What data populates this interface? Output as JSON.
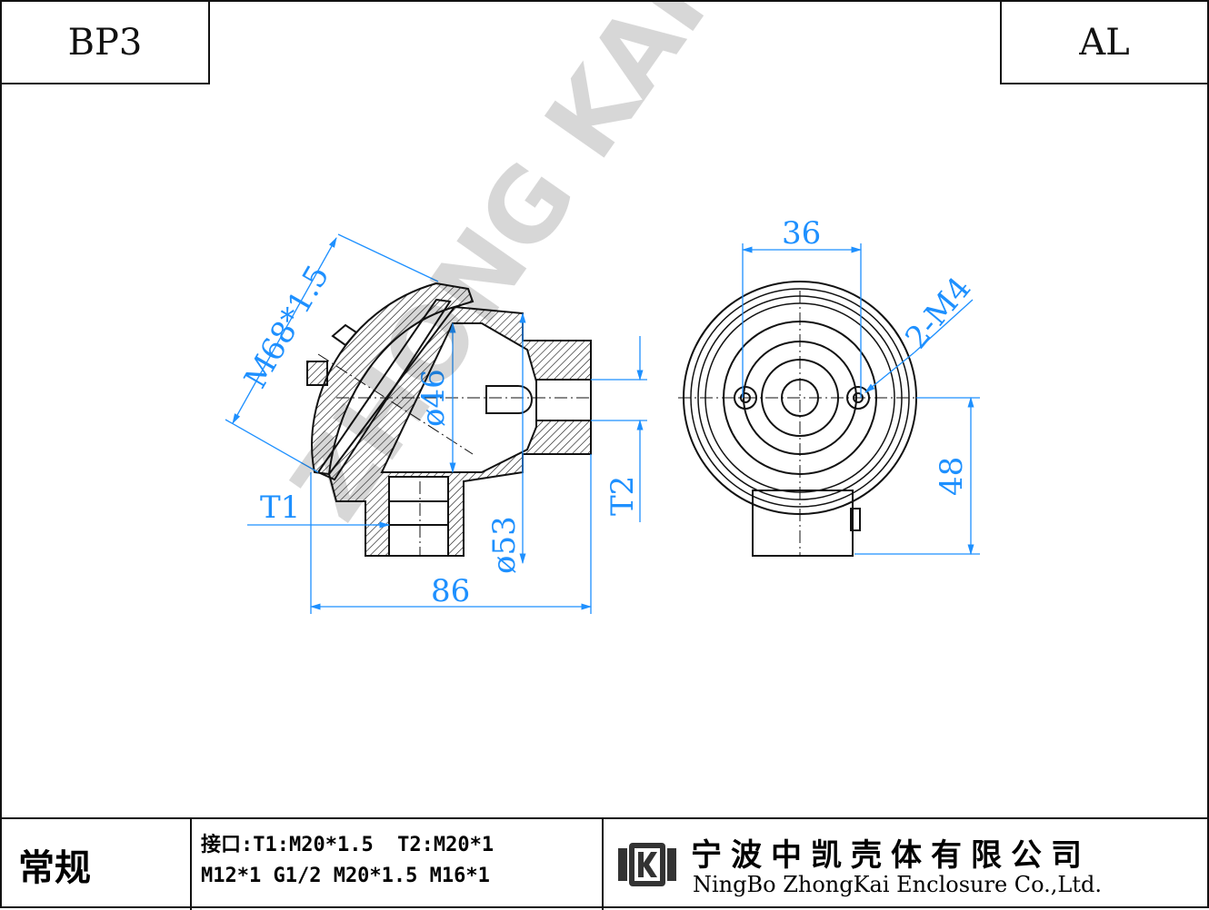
{
  "header": {
    "model_code": "BP3",
    "material": "AL"
  },
  "drawing": {
    "side_view": {
      "thread_label": "M68*1.5",
      "inner_diameter_label": "ø46",
      "base_diameter_label": "ø53",
      "width_label": "86",
      "port1_label": "T1",
      "port2_label": "T2"
    },
    "front_view": {
      "hole_spacing_label": "36",
      "screw_label": "2-M4",
      "height_label": "48"
    },
    "watermark": "ZHONG KAI"
  },
  "footer": {
    "type_label": "常规",
    "spec_line1": "接口:T1:M20*1.5  T2:M20*1",
    "spec_line2": "M12*1 G1/2 M20*1.5 M16*1",
    "company_cn": "宁波中凯壳体有限公司",
    "company_en": "NingBo ZhongKai Enclosure Co.,Ltd."
  },
  "colors": {
    "dimension": "#1e90ff",
    "outline": "#111111"
  }
}
